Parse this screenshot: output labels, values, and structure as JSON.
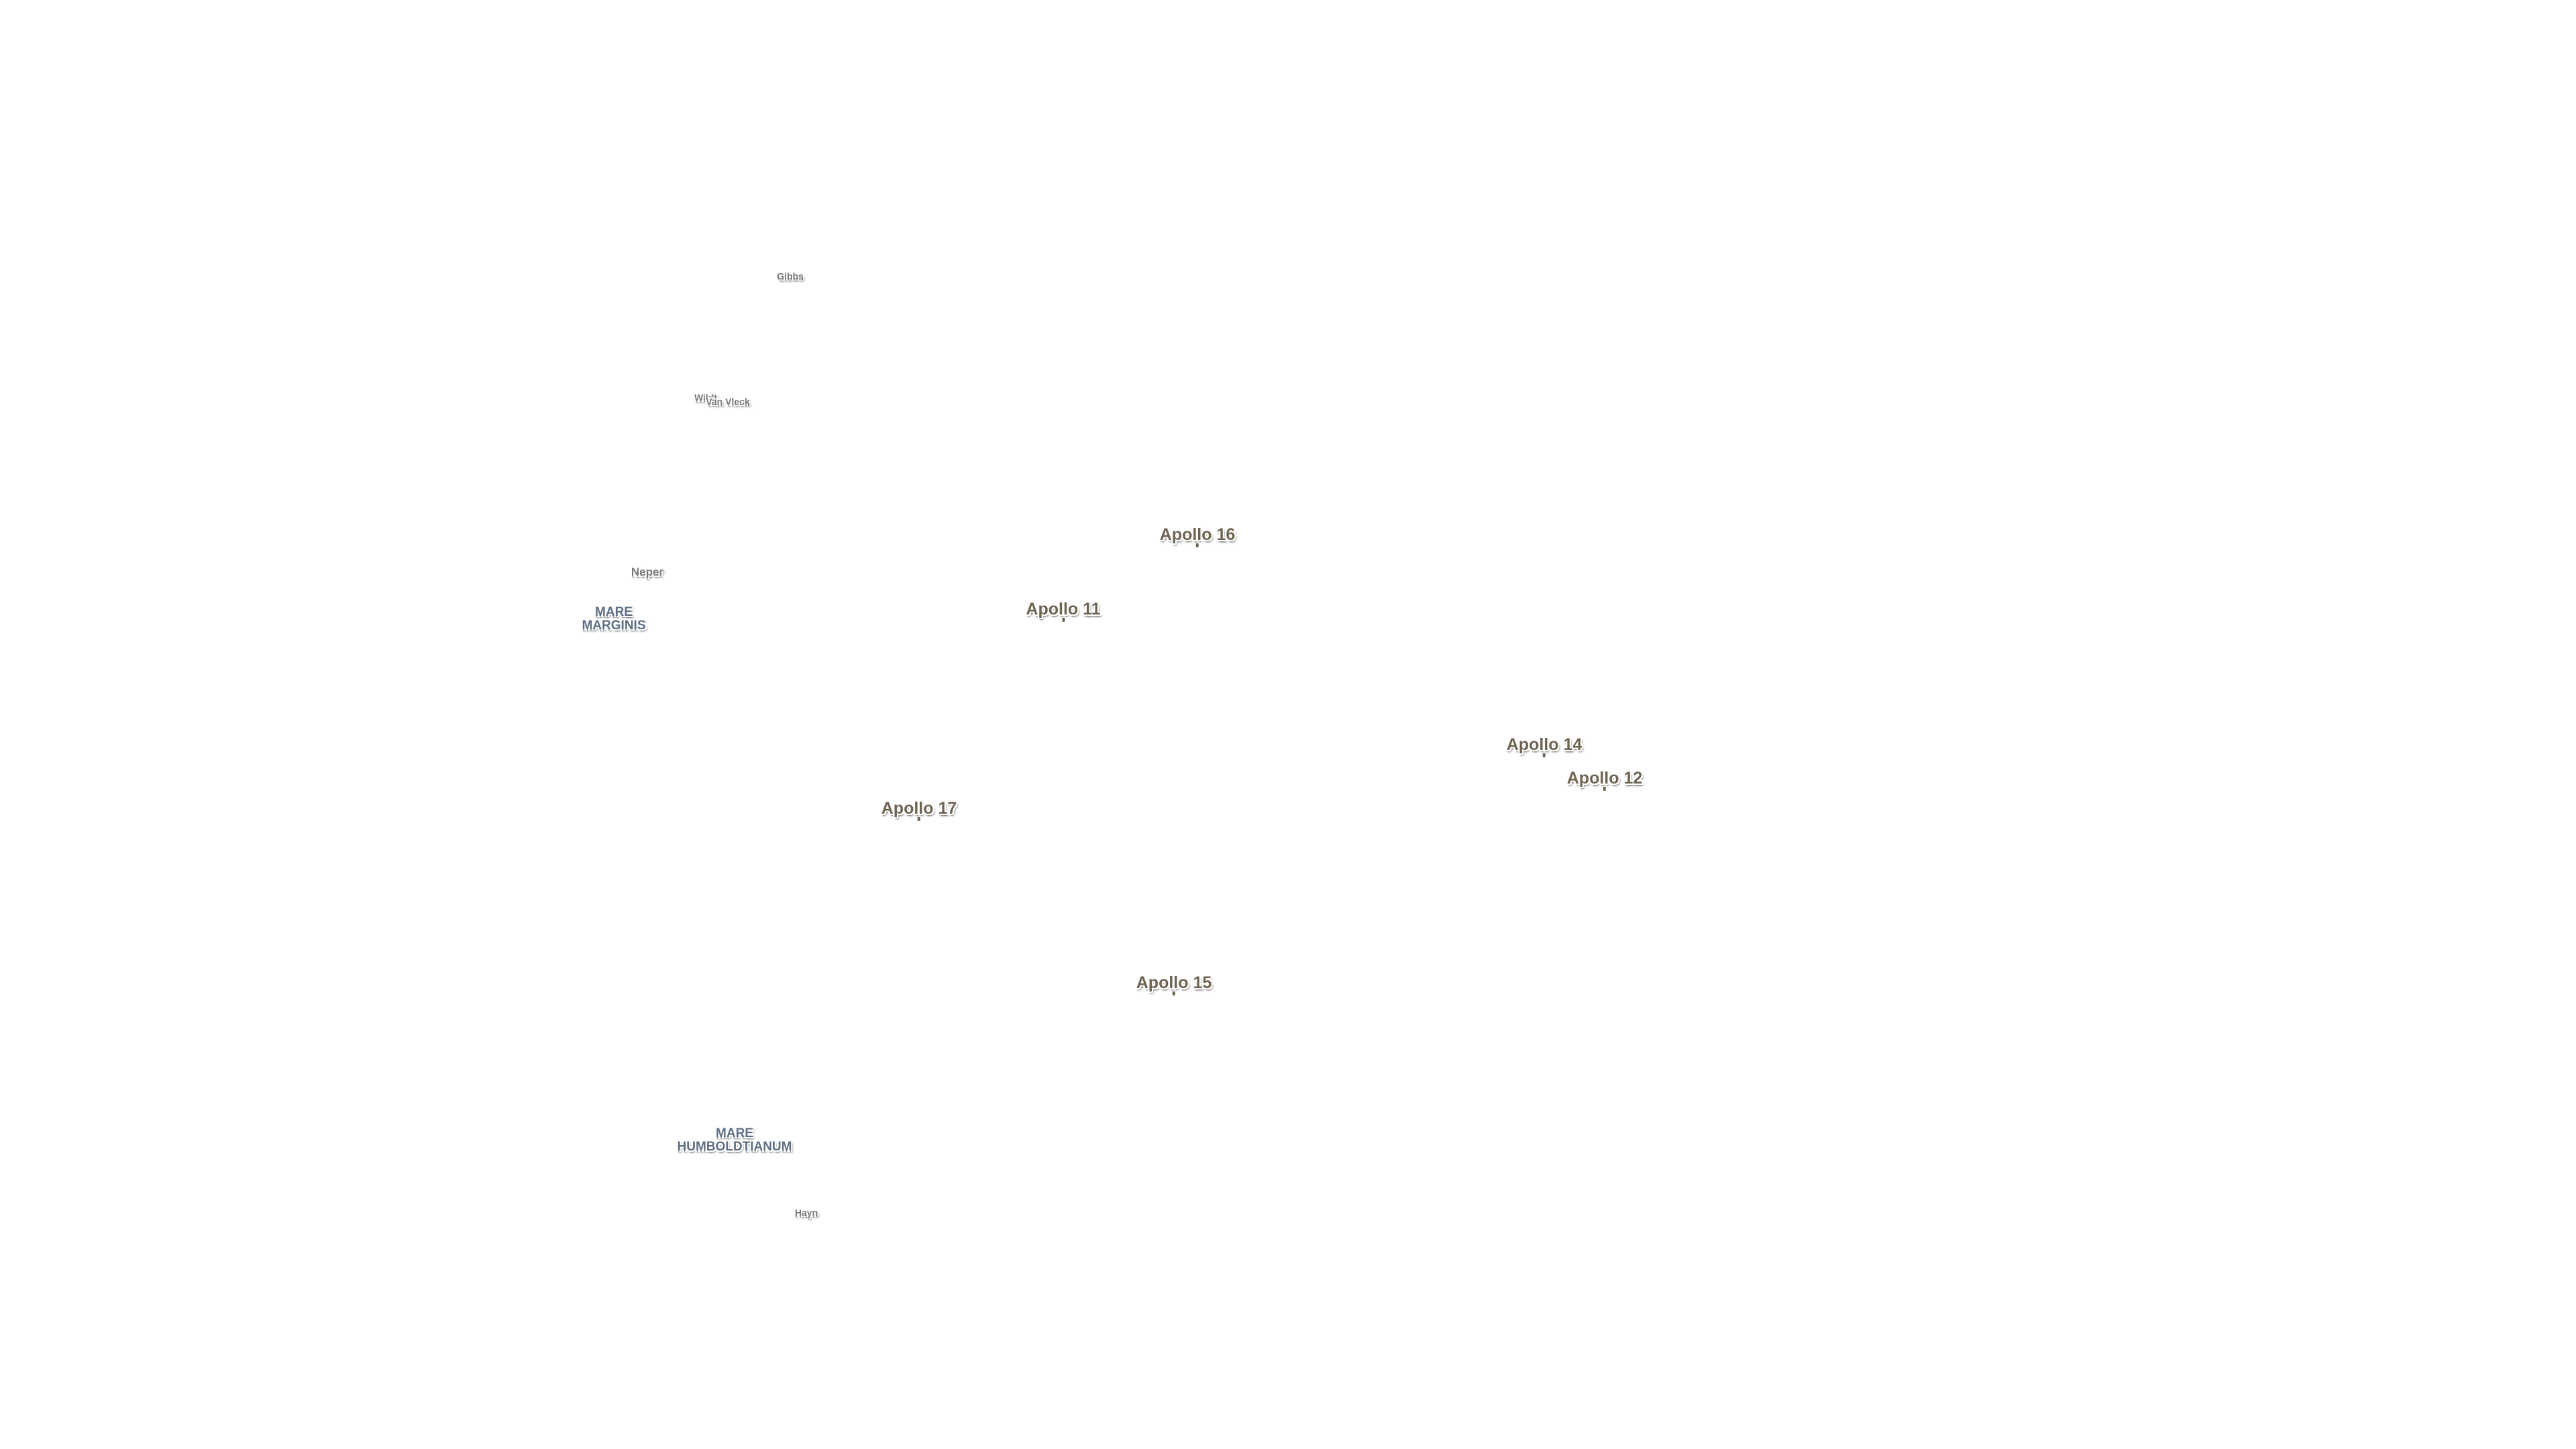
{
  "map": {
    "background": "#ffffff",
    "label_colors": {
      "apollo": "#6f6452",
      "mare": "#5e6f83",
      "crater": "#7a7a7a"
    },
    "landing_sites": [
      {
        "id": "apollo-11",
        "label": "Apollo 11"
      },
      {
        "id": "apollo-12",
        "label": "Apollo 12"
      },
      {
        "id": "apollo-14",
        "label": "Apollo 14"
      },
      {
        "id": "apollo-15",
        "label": "Apollo 15"
      },
      {
        "id": "apollo-16",
        "label": "Apollo 16"
      },
      {
        "id": "apollo-17",
        "label": "Apollo 17"
      }
    ],
    "maria": [
      {
        "id": "mare-marginis",
        "line1": "MARE",
        "line2": "MARGINIS"
      },
      {
        "id": "mare-humboldtianum",
        "line1": "MARE",
        "line2": "HUMBOLDTIANUM"
      }
    ],
    "craters": [
      {
        "id": "gibbs",
        "label": "Gibbs"
      },
      {
        "id": "wildt",
        "label": "Wildt"
      },
      {
        "id": "van-vleck",
        "label": "Van Vleck"
      },
      {
        "id": "neper",
        "label": "Neper"
      },
      {
        "id": "hayn",
        "label": "Hayn"
      }
    ]
  }
}
